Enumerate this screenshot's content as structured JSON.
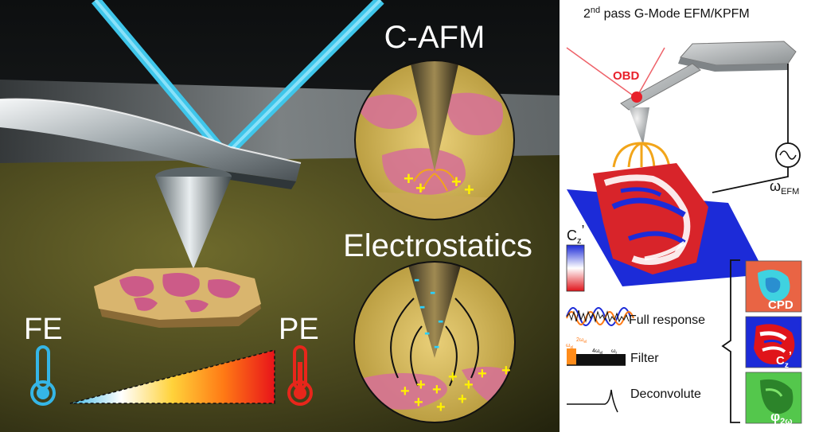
{
  "left_panel": {
    "fe_label": "FE",
    "pe_label": "PE",
    "cafm_title": "C-AFM",
    "electrostatics_title": "Electrostatics",
    "plus": "+",
    "minus": "-"
  },
  "right_panel": {
    "title_prefix": "2",
    "title_sup": "nd",
    "title_rest": " pass G-Mode EFM/KPFM",
    "obd_label": "OBD",
    "omega_main": "ω",
    "omega_sub": "EFM",
    "cz_main": "C",
    "cz_sub": "z",
    "cz_prime": "’",
    "full_response": "Full response",
    "filter": "Filter",
    "deconvolute": "Deconvolute",
    "cpd_label": "CPD",
    "cz2_main": "C",
    "cz2_sub": "z",
    "cz2_prime": "’",
    "phi_main": "φ",
    "phi_sub": "2ω",
    "filter_tick_1": "ω",
    "filter_tick_1_sub": "el",
    "filter_tick_2": "2ω",
    "filter_tick_2_sub": "el",
    "filter_tick_3": "4ω",
    "filter_tick_3_sub": "el",
    "filter_tick_4": "ω",
    "filter_tick_4_sub": "r"
  },
  "colors": {
    "laser": "#3fc6ea",
    "fe_blue": "#35b6e6",
    "pe_red": "#e8261b",
    "plus_yellow": "#fff200",
    "minus_cyan": "#2ad0ff",
    "obd_red": "#e8202a"
  }
}
